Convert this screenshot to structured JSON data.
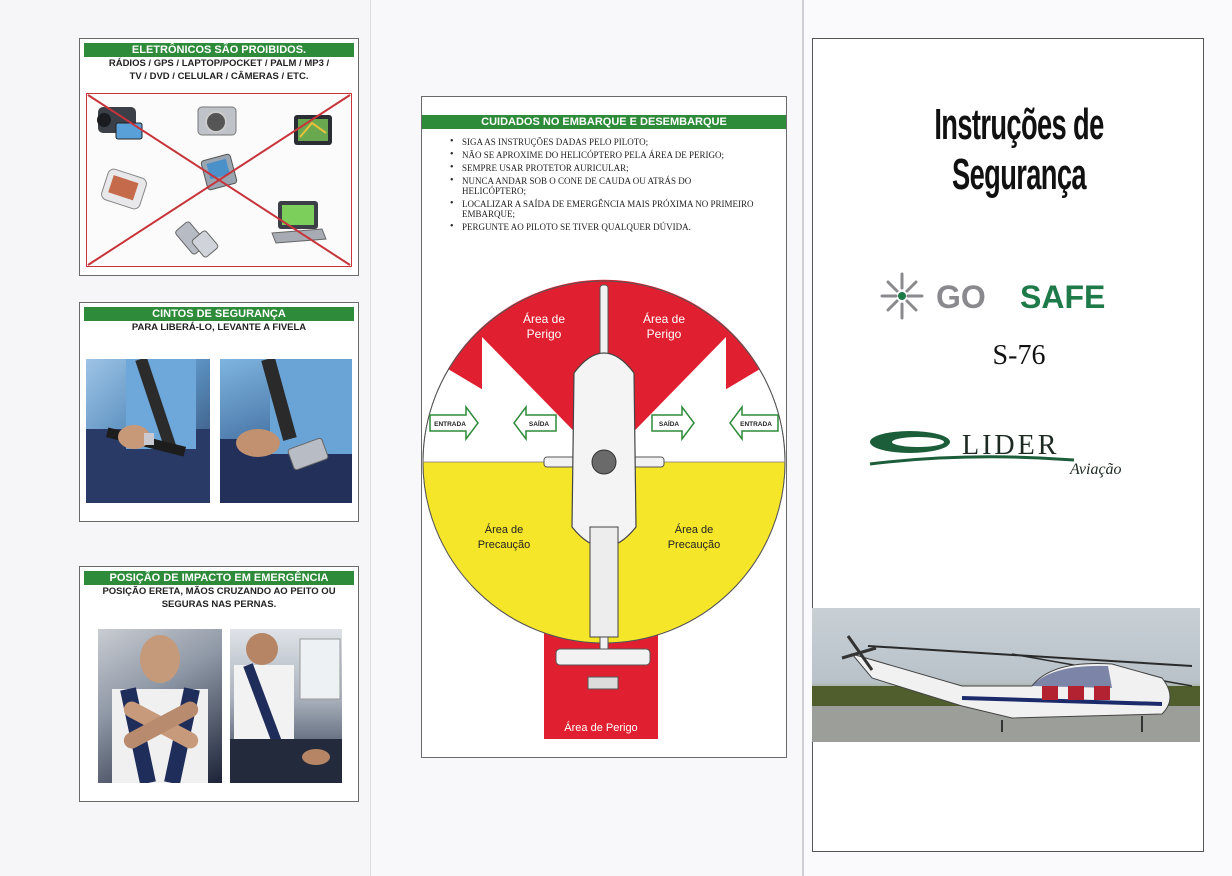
{
  "left_panel": {
    "electronics": {
      "heading": "ELETRÔNICOS SÃO PROIBIDOS.",
      "subtitle_line1": "RÁDIOS / GPS / LAPTOP/POCKET / PALM / MP3 /",
      "subtitle_line2": "TV / DVD / CELULAR / CÂMERAS / ETC."
    },
    "seatbelts": {
      "heading": "CINTOS DE SEGURANÇA",
      "subtitle": "PARA LIBERÁ-LO, LEVANTE A FIVELA"
    },
    "impact": {
      "heading": "POSIÇÃO DE IMPACTO EM EMERGÊNCIA",
      "subtitle_line1": "POSIÇÃO ERETA, MÃOS CRUZANDO AO PEITO OU",
      "subtitle_line2": "SEGURAS NAS PERNAS."
    }
  },
  "middle_panel": {
    "heading": "CUIDADOS NO EMBARQUE E DESEMBARQUE",
    "rules": [
      "SIGA AS INSTRUÇÕES DADAS PELO PILOTO;",
      "NÃO SE APROXIME DO HELICÓPTERO PELA ÁREA DE PERIGO;",
      "SEMPRE USAR PROTETOR AURICULAR;",
      "NUNCA ANDAR SOB O CONE DE CAUDA OU ATRÁS DO HELICÓPTERO;",
      "LOCALIZAR A SAÍDA DE EMERGÊNCIA MAIS PRÓXIMA NO PRIMEIRO EMBARQUE;",
      "PERGUNTE AO PILOTO SE TIVER QUALQUER DÚVIDA."
    ],
    "diagram": {
      "danger_left_1": "Área de",
      "danger_left_2": "Perigo",
      "danger_right_1": "Área de",
      "danger_right_2": "Perigo",
      "caution_left_1": "Área de",
      "caution_left_2": "Precaução",
      "caution_right_1": "Área de",
      "caution_right_2": "Precaução",
      "entrada": "ENTRADA",
      "saida": "SAÍDA",
      "tail_danger": "Área de Perigo"
    }
  },
  "right_panel": {
    "title": "Instruções de Segurança",
    "gosafe_go": "GO",
    "gosafe_safe": "SAFE",
    "model": "S-76",
    "lider": "LIDER",
    "aviacao": "Aviação"
  },
  "colors": {
    "green_bar": "#2e8b3a",
    "danger_red": "#e02030",
    "caution_yellow": "#f5e62a",
    "gosafe_gray": "#8a8a8e",
    "gosafe_green": "#1f7a4a",
    "lider_green": "#1d5e3a"
  }
}
